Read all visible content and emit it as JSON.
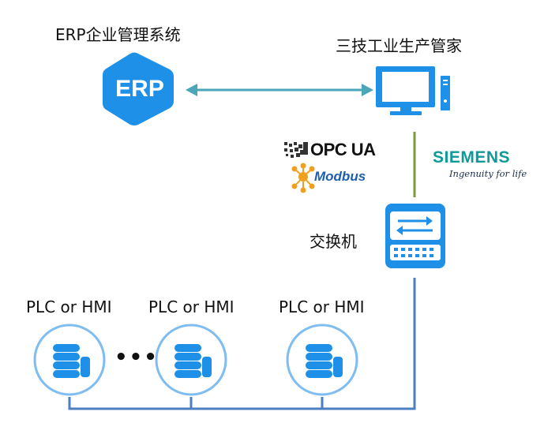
{
  "nodes": {
    "erp_title": "ERP企业管理系统",
    "erp_badge": "ERP",
    "mes_title": "三技工业生产管家",
    "switch_label": "交换机",
    "plc_labels": [
      "PLC or HMI",
      "PLC or HMI",
      "PLC or HMI"
    ],
    "ellipsis": "•••"
  },
  "logos": {
    "opc": "OPC UA",
    "modbus": "Modbus",
    "siemens": "SIEMENS",
    "siemens_slogan": "Ingenuity for life"
  },
  "colors": {
    "primary_blue": "#1e90e8",
    "link_teal": "#4aa6b8",
    "wire_blue": "#4c7fc0",
    "link_green": "#7a9a3a",
    "siemens_teal": "#0f9a9a"
  },
  "icons": [
    "erp-hexagon-icon",
    "computer-monitor-icon",
    "network-switch-icon",
    "database-icon"
  ]
}
